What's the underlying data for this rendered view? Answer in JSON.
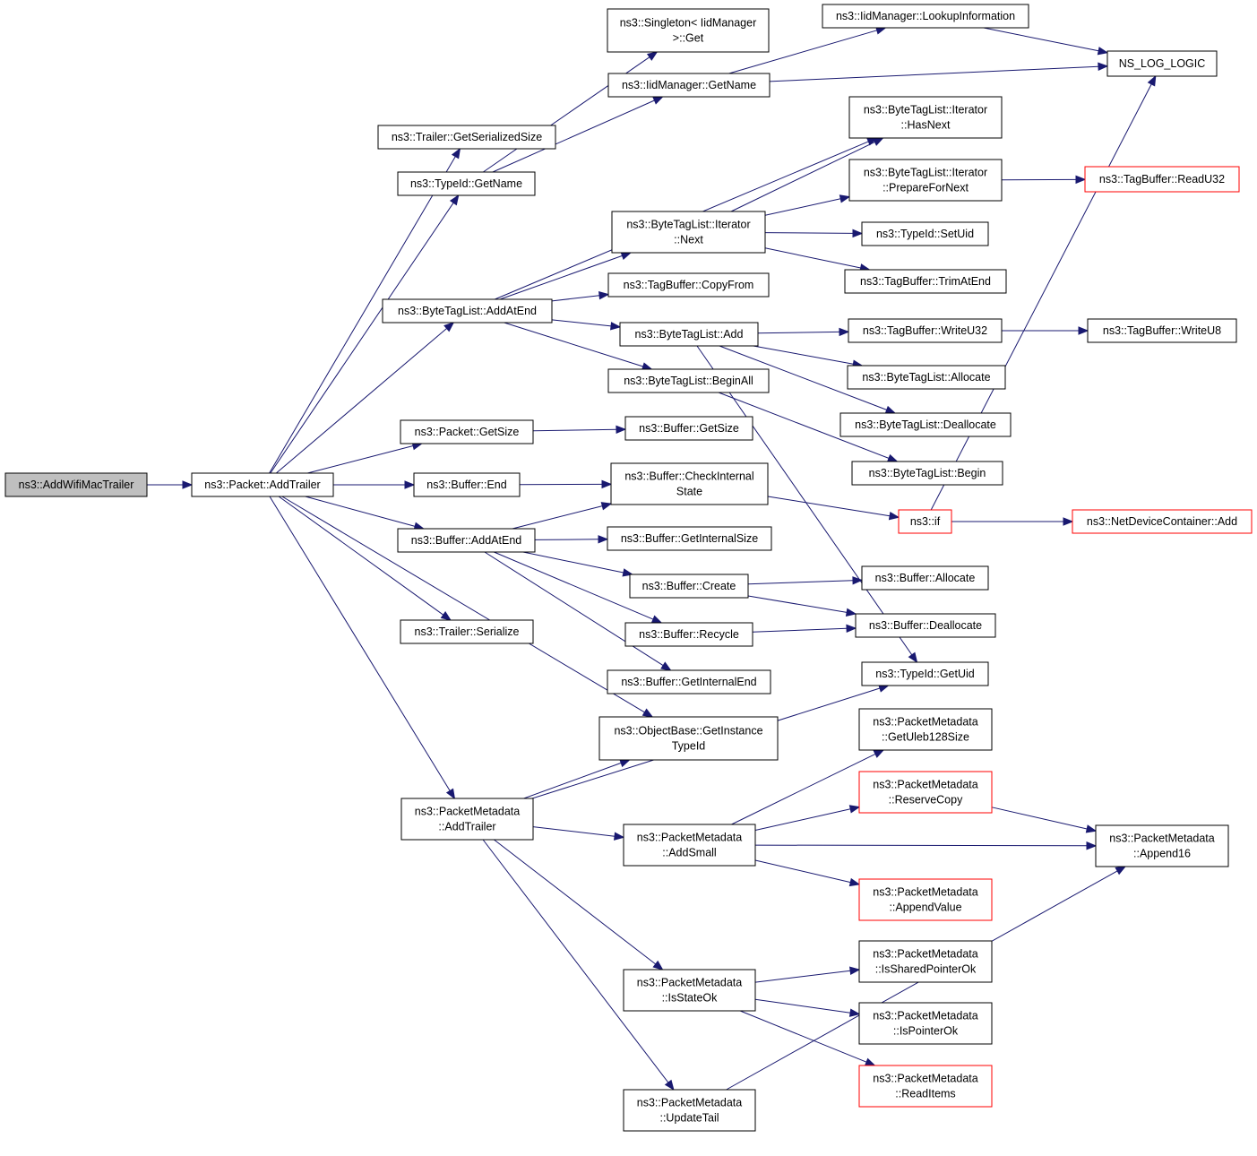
{
  "nodes": [
    {
      "id": "addwifi",
      "lines": [
        "ns3::AddWifiMacTrailer"
      ],
      "style": "gray"
    },
    {
      "id": "pktaddtrailer",
      "lines": [
        "ns3::Packet::AddTrailer"
      ]
    },
    {
      "id": "trailergss",
      "lines": [
        "ns3::Trailer::GetSerializedSize"
      ]
    },
    {
      "id": "typeidgetname",
      "lines": [
        "ns3::TypeId::GetName"
      ]
    },
    {
      "id": "singleton",
      "lines": [
        "ns3::Singleton< IidManager",
        ">::Get"
      ]
    },
    {
      "id": "iidgetname",
      "lines": [
        "ns3::IidManager::GetName"
      ]
    },
    {
      "id": "iidlookup",
      "lines": [
        "ns3::IidManager::LookupInformation"
      ]
    },
    {
      "id": "nslog",
      "lines": [
        "NS_LOG_LOGIC"
      ]
    },
    {
      "id": "btliterhasnext",
      "lines": [
        "ns3::ByteTagList::Iterator",
        "::HasNext"
      ]
    },
    {
      "id": "btliterprep",
      "lines": [
        "ns3::ByteTagList::Iterator",
        "::PrepareForNext"
      ]
    },
    {
      "id": "tbreadu32",
      "lines": [
        "ns3::TagBuffer::ReadU32"
      ],
      "style": "red"
    },
    {
      "id": "btliternext",
      "lines": [
        "ns3::ByteTagList::Iterator",
        "::Next"
      ]
    },
    {
      "id": "typeidsetuid",
      "lines": [
        "ns3::TypeId::SetUid"
      ]
    },
    {
      "id": "tbtrim",
      "lines": [
        "ns3::TagBuffer::TrimAtEnd"
      ]
    },
    {
      "id": "btladdatend",
      "lines": [
        "ns3::ByteTagList::AddAtEnd"
      ]
    },
    {
      "id": "tbcopyfrom",
      "lines": [
        "ns3::TagBuffer::CopyFrom"
      ]
    },
    {
      "id": "btladd",
      "lines": [
        "ns3::ByteTagList::Add"
      ]
    },
    {
      "id": "tbwriteu32",
      "lines": [
        "ns3::TagBuffer::WriteU32"
      ]
    },
    {
      "id": "tbwriteu8",
      "lines": [
        "ns3::TagBuffer::WriteU8"
      ]
    },
    {
      "id": "btlalloc",
      "lines": [
        "ns3::ByteTagList::Allocate"
      ]
    },
    {
      "id": "btlbeginall",
      "lines": [
        "ns3::ByteTagList::BeginAll"
      ]
    },
    {
      "id": "btldealloc",
      "lines": [
        "ns3::ByteTagList::Deallocate"
      ]
    },
    {
      "id": "pktgetsize",
      "lines": [
        "ns3::Packet::GetSize"
      ]
    },
    {
      "id": "bufgetsize",
      "lines": [
        "ns3::Buffer::GetSize"
      ]
    },
    {
      "id": "btlbegin",
      "lines": [
        "ns3::ByteTagList::Begin"
      ]
    },
    {
      "id": "bufend",
      "lines": [
        "ns3::Buffer::End"
      ]
    },
    {
      "id": "bufcheck",
      "lines": [
        "ns3::Buffer::CheckInternal",
        "State"
      ]
    },
    {
      "id": "nsif",
      "lines": [
        "ns3::if"
      ],
      "style": "red"
    },
    {
      "id": "ndcadd",
      "lines": [
        "ns3::NetDeviceContainer::Add"
      ],
      "style": "red"
    },
    {
      "id": "bufaddatend",
      "lines": [
        "ns3::Buffer::AddAtEnd"
      ]
    },
    {
      "id": "bufgetintsize",
      "lines": [
        "ns3::Buffer::GetInternalSize"
      ]
    },
    {
      "id": "bufcreate",
      "lines": [
        "ns3::Buffer::Create"
      ]
    },
    {
      "id": "bufalloc",
      "lines": [
        "ns3::Buffer::Allocate"
      ]
    },
    {
      "id": "bufrecycle",
      "lines": [
        "ns3::Buffer::Recycle"
      ]
    },
    {
      "id": "bufdealloc",
      "lines": [
        "ns3::Buffer::Deallocate"
      ]
    },
    {
      "id": "trailerser",
      "lines": [
        "ns3::Trailer::Serialize"
      ]
    },
    {
      "id": "bufgetintend",
      "lines": [
        "ns3::Buffer::GetInternalEnd"
      ]
    },
    {
      "id": "typeidgetuid",
      "lines": [
        "ns3::TypeId::GetUid"
      ]
    },
    {
      "id": "objbase",
      "lines": [
        "ns3::ObjectBase::GetInstance",
        "TypeId"
      ]
    },
    {
      "id": "pmgetuleb",
      "lines": [
        "ns3::PacketMetadata",
        "::GetUleb128Size"
      ]
    },
    {
      "id": "pmaddtrailer",
      "lines": [
        "ns3::PacketMetadata",
        "::AddTrailer"
      ]
    },
    {
      "id": "pmreserve",
      "lines": [
        "ns3::PacketMetadata",
        "::ReserveCopy"
      ],
      "style": "red"
    },
    {
      "id": "pmaddsmall",
      "lines": [
        "ns3::PacketMetadata",
        "::AddSmall"
      ]
    },
    {
      "id": "pmappend16",
      "lines": [
        "ns3::PacketMetadata",
        "::Append16"
      ]
    },
    {
      "id": "pmappendval",
      "lines": [
        "ns3::PacketMetadata",
        "::AppendValue"
      ],
      "style": "red"
    },
    {
      "id": "pmshared",
      "lines": [
        "ns3::PacketMetadata",
        "::IsSharedPointerOk"
      ]
    },
    {
      "id": "pmisstate",
      "lines": [
        "ns3::PacketMetadata",
        "::IsStateOk"
      ]
    },
    {
      "id": "pmisptr",
      "lines": [
        "ns3::PacketMetadata",
        "::IsPointerOk"
      ]
    },
    {
      "id": "pmreaditems",
      "lines": [
        "ns3::PacketMetadata",
        "::ReadItems"
      ],
      "style": "red"
    },
    {
      "id": "pmupdatetail",
      "lines": [
        "ns3::PacketMetadata",
        "::UpdateTail"
      ]
    }
  ],
  "edges": [
    [
      "addwifi",
      "pktaddtrailer"
    ],
    [
      "pktaddtrailer",
      "trailergss"
    ],
    [
      "pktaddtrailer",
      "typeidgetname"
    ],
    [
      "pktaddtrailer",
      "btladdatend"
    ],
    [
      "pktaddtrailer",
      "pktgetsize"
    ],
    [
      "pktaddtrailer",
      "bufend"
    ],
    [
      "pktaddtrailer",
      "bufaddatend"
    ],
    [
      "pktaddtrailer",
      "trailerser"
    ],
    [
      "pktaddtrailer",
      "objbase"
    ],
    [
      "pktaddtrailer",
      "pmaddtrailer"
    ],
    [
      "typeidgetname",
      "singleton"
    ],
    [
      "typeidgetname",
      "iidgetname"
    ],
    [
      "iidgetname",
      "iidlookup"
    ],
    [
      "iidgetname",
      "nslog"
    ],
    [
      "iidlookup",
      "nslog"
    ],
    [
      "btladdatend",
      "btliterhasnext"
    ],
    [
      "btladdatend",
      "btliternext"
    ],
    [
      "btladdatend",
      "tbcopyfrom"
    ],
    [
      "btladdatend",
      "btladd"
    ],
    [
      "btladdatend",
      "btlbeginall"
    ],
    [
      "btliternext",
      "btliterhasnext"
    ],
    [
      "btliternext",
      "btliterprep"
    ],
    [
      "btliternext",
      "typeidsetuid"
    ],
    [
      "btliternext",
      "tbtrim"
    ],
    [
      "btliterprep",
      "tbreadu32"
    ],
    [
      "btladd",
      "tbwriteu32"
    ],
    [
      "btladd",
      "btlalloc"
    ],
    [
      "btladd",
      "btldealloc"
    ],
    [
      "btladd",
      "typeidgetuid"
    ],
    [
      "tbwriteu32",
      "tbwriteu8"
    ],
    [
      "btlbeginall",
      "btlbegin"
    ],
    [
      "pktgetsize",
      "bufgetsize"
    ],
    [
      "bufend",
      "bufcheck"
    ],
    [
      "bufcheck",
      "nsif"
    ],
    [
      "nsif",
      "nslog"
    ],
    [
      "nsif",
      "ndcadd"
    ],
    [
      "bufaddatend",
      "bufcheck"
    ],
    [
      "bufaddatend",
      "bufgetintsize"
    ],
    [
      "bufaddatend",
      "bufcreate"
    ],
    [
      "bufaddatend",
      "bufrecycle"
    ],
    [
      "bufaddatend",
      "bufgetintend"
    ],
    [
      "bufcreate",
      "bufalloc"
    ],
    [
      "bufcreate",
      "bufdealloc"
    ],
    [
      "bufrecycle",
      "bufdealloc"
    ],
    [
      "pmaddtrailer",
      "objbase"
    ],
    [
      "pmaddtrailer",
      "typeidgetuid"
    ],
    [
      "pmaddtrailer",
      "pmaddsmall"
    ],
    [
      "pmaddtrailer",
      "pmisstate"
    ],
    [
      "pmaddtrailer",
      "pmupdatetail"
    ],
    [
      "pmaddsmall",
      "pmgetuleb"
    ],
    [
      "pmaddsmall",
      "pmreserve"
    ],
    [
      "pmaddsmall",
      "pmappend16"
    ],
    [
      "pmaddsmall",
      "pmappendval"
    ],
    [
      "pmreserve",
      "pmappend16"
    ],
    [
      "pmisstate",
      "pmshared"
    ],
    [
      "pmisstate",
      "pmisptr"
    ],
    [
      "pmisstate",
      "pmreaditems"
    ],
    [
      "pmupdatetail",
      "pmappend16"
    ]
  ],
  "colors": {
    "edge": "#191970",
    "node_border": "#000000",
    "node_border_red": "#ff0000",
    "root_fill": "#bfbfbf",
    "background": "#ffffff"
  }
}
